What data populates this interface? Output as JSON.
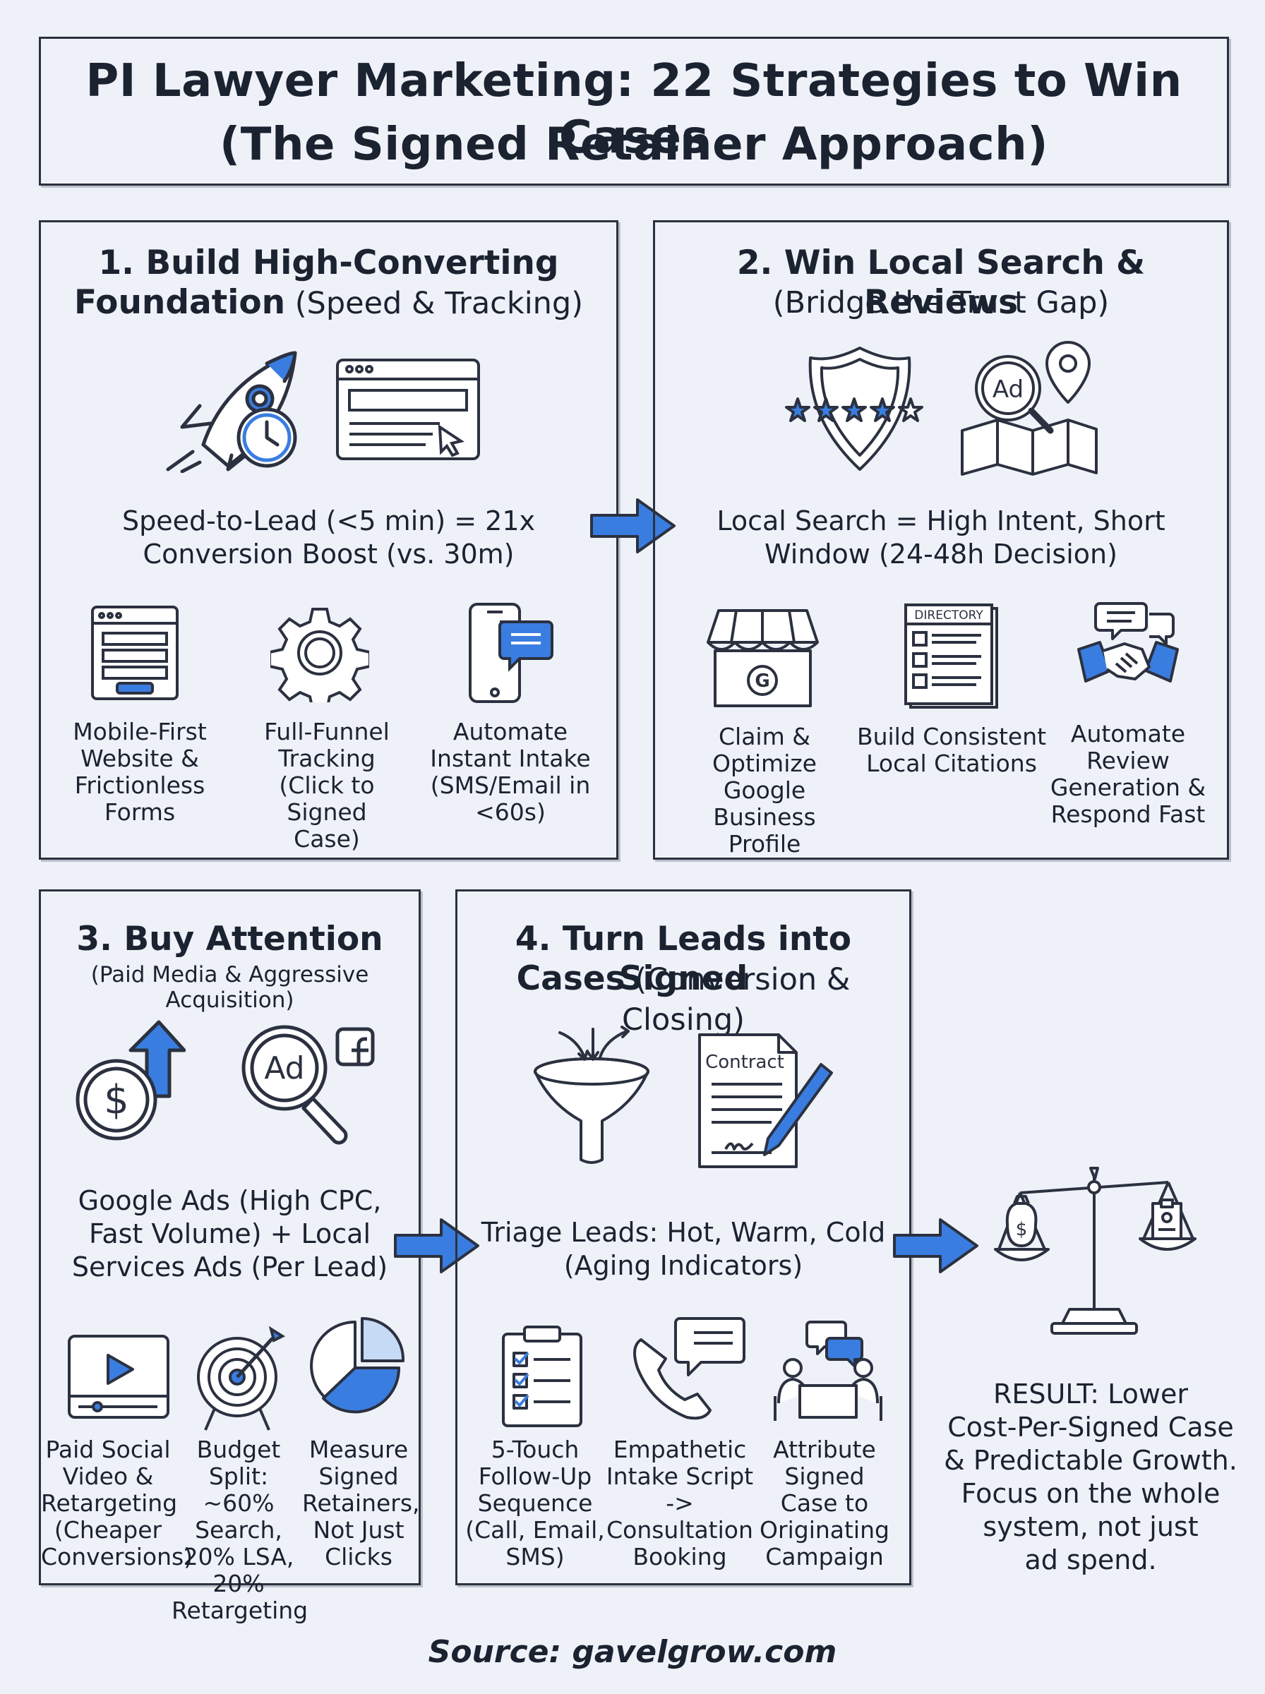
{
  "title": {
    "line1": "PI Lawyer Marketing: 22 Strategies to Win Cases",
    "line2": "(The Signed Retainer Approach)"
  },
  "panels": [
    {
      "title_line1": "1. Build High-Converting",
      "title_line2_bold": "Foundation",
      "title_line2_rest": " (Speed & Tracking)",
      "center_line1": "Speed-to-Lead (<5 min) = 21x",
      "center_line2": "Conversion Boost (vs. 30m)",
      "items": [
        {
          "label_lines": [
            "Mobile-First",
            "Website &",
            "Frictionless",
            "Forms"
          ],
          "icon": "web-form-icon"
        },
        {
          "label_lines": [
            "Full-Funnel",
            "Tracking",
            "(Click to Signed",
            "Case)"
          ],
          "icon": "gear-icon"
        },
        {
          "label_lines": [
            "Automate",
            "Instant Intake",
            "(SMS/Email in",
            "<60s)"
          ],
          "icon": "phone-message-icon"
        }
      ]
    },
    {
      "title_line1": "2. Win Local Search & Reviews",
      "title_line2": "(Bridge the Trust Gap)",
      "center_line1": "Local Search = High Intent, Short",
      "center_line2": "Window (24-48h Decision)",
      "directory_label": "DIRECTORY",
      "ad_label": "Ad",
      "items": [
        {
          "label_lines": [
            "Claim & Optimize",
            "Google Business",
            "Profile"
          ],
          "icon": "storefront-icon"
        },
        {
          "label_lines": [
            "Build Consistent",
            "Local Citations"
          ],
          "icon": "directory-icon"
        },
        {
          "label_lines": [
            "Automate",
            "Review",
            "Generation &",
            "Respond Fast"
          ],
          "icon": "handshake-icon"
        }
      ]
    },
    {
      "title_line1": "3. Buy Attention",
      "subtitle": "(Paid Media & Aggressive Acquisition)",
      "center_line1": "Google Ads (High CPC,",
      "center_line2": "Fast Volume) + Local",
      "center_line3": "Services Ads (Per Lead)",
      "ad_label": "Ad",
      "items": [
        {
          "label_lines": [
            "Paid Social",
            "Video &",
            "Retargeting",
            "(Cheaper",
            "Conversions)"
          ],
          "icon": "video-player-icon"
        },
        {
          "label_lines": [
            "Budget Split:",
            "~60% Search,",
            "20% LSA,",
            "20%",
            "Retargeting"
          ],
          "icon": "target-icon"
        },
        {
          "label_lines": [
            "Measure",
            "Signed",
            "Retainers,",
            "Not Just",
            "Clicks"
          ],
          "icon": "pie-chart-icon"
        }
      ]
    },
    {
      "title_line1": "4. Turn Leads into Signed",
      "title_line2_bold": "Cases",
      "title_line2_rest": " (Conversion & Closing)",
      "center_line1": "Triage Leads: Hot, Warm, Cold",
      "center_line2": "(Aging Indicators)",
      "contract_label": "Contract",
      "items": [
        {
          "label_lines": [
            "5-Touch",
            "Follow-Up",
            "Sequence",
            "(Call, Email,",
            "SMS)"
          ],
          "icon": "checklist-icon"
        },
        {
          "label_lines": [
            "Empathetic",
            "Intake Script",
            "->",
            "Consultation",
            "Booking"
          ],
          "icon": "phone-call-icon"
        },
        {
          "label_lines": [
            "Attribute",
            "Signed",
            "Case to",
            "Originating",
            "Campaign"
          ],
          "icon": "meeting-icon"
        }
      ]
    }
  ],
  "result": {
    "lines": [
      "RESULT: Lower",
      "Cost-Per-Signed Case",
      "& Predictable Growth.",
      "Focus on the whole",
      "system, not just",
      "ad spend."
    ]
  },
  "source": "Source: gavelgrow.com",
  "colors": {
    "accent": "#3a7de0",
    "ink": "#2b3140",
    "background": "#eef2f8"
  }
}
